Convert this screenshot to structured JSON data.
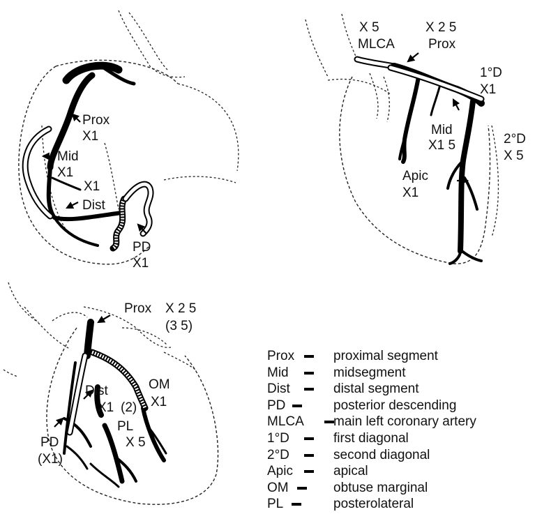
{
  "panels": {
    "right_coronary": {
      "labels": {
        "prox": "Prox",
        "prox_x": "X1",
        "mid": "Mid",
        "mid_x": "X1",
        "x1": "X1",
        "dist": "Dist",
        "pd": "PD",
        "pd_x": "X1"
      }
    },
    "left_anterior": {
      "labels": {
        "x5": "X 5",
        "mlca": "MLCA",
        "x25": "X 2 5",
        "prox": "Prox",
        "d1": "1°D",
        "d1_x": "X1",
        "mid": "Mid",
        "mid_x": "X1 5",
        "d2": "2°D",
        "d2_x": "X 5",
        "apic": "Apic",
        "apic_x": "X1"
      }
    },
    "circumflex": {
      "labels": {
        "prox": "Prox",
        "prox_x": "X 2 5",
        "prox_paren": "(3 5)",
        "dist": "Dist",
        "dist_x": "X1",
        "dist_paren": "(2)",
        "om": "OM",
        "om_x": "X1",
        "pl": "PL",
        "pl_x": "X 5",
        "pd": "PD",
        "pd_x": "(X1)"
      }
    }
  },
  "legend": [
    {
      "abbr": "Prox",
      "definition": "proximal segment"
    },
    {
      "abbr": "Mid",
      "definition": "midsegment"
    },
    {
      "abbr": "Dist",
      "definition": "distal segment"
    },
    {
      "abbr": "PD",
      "definition": "posterior descending"
    },
    {
      "abbr": "MLCA",
      "definition": "main left coronary artery"
    },
    {
      "abbr": "1°D",
      "definition": "first diagonal"
    },
    {
      "abbr": "2°D",
      "definition": "second diagonal"
    },
    {
      "abbr": "Apic",
      "definition": "apical"
    },
    {
      "abbr": "OM",
      "definition": "obtuse marginal"
    },
    {
      "abbr": "PL",
      "definition": "posterolateral"
    }
  ]
}
